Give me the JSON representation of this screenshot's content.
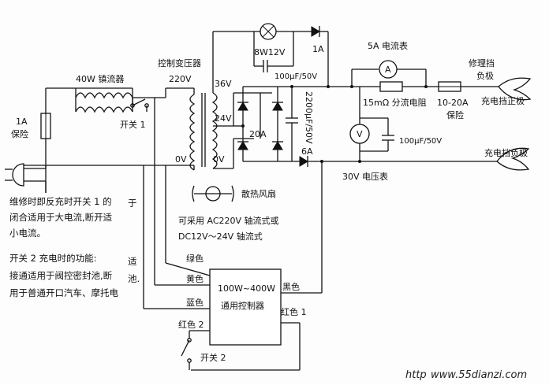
{
  "labels": {
    "fuse_1a": "1A",
    "fuse_1a_name": "保险",
    "ballast": "40W 镇流器",
    "switch1": "开关 1",
    "control_transformer": "控制变压器",
    "v220": "220V",
    "v36": "36V",
    "v24": "24V",
    "v0_left": "0V",
    "v0_right": "0V",
    "lamp": "8W12V",
    "diode_1a": "1A",
    "cap_small": "100μF/50V",
    "cap_big": "2200μF/50V",
    "diode_20a": "20A",
    "diode_6a": "6A",
    "ammeter": "5A 电流表",
    "ammeter_symbol": "A",
    "shunt": "15mΩ 分流电阻",
    "fuse_big": "10-20A",
    "fuse_big_name": "保险",
    "voltmeter_symbol": "V",
    "cap_meter": "100μF/50V",
    "voltmeter": "30V 电压表",
    "clip_pos_title_1": "修理挡",
    "clip_pos_title_2": "负极",
    "clip_pos": "充电挡正极",
    "clip_neg": "充电挡负极",
    "fan": "散热风扇",
    "fan_note_1": "可采用 AC220V 轴流式或",
    "fan_note_2": "DC12V～24V 轴流式",
    "controller_1": "100W~400W",
    "controller_2": "通用控制器",
    "wire_green": "绿色",
    "wire_yellow": "黄色",
    "wire_blue": "蓝色",
    "wire_black": "黑色",
    "wire_red1": "红色 1",
    "wire_red2": "红色 2",
    "switch2": "开关 2"
  },
  "notes": {
    "note1_line1": "维修时即反充时开关 1 的",
    "note1_line2": "闭合适用于大电流,断开适",
    "note1_line3": "小电流。",
    "note2_line1": "开关 2 充电时的功能:",
    "note2_line2": "接通适用于阀控密封池,断",
    "note2_line3": "用于普通开口汽车、摩托电",
    "clip_a": "于",
    "clip_b": "适",
    "clip_c": "池."
  },
  "watermark": {
    "prefix": "http",
    "url": "www.55dianzi.com"
  }
}
